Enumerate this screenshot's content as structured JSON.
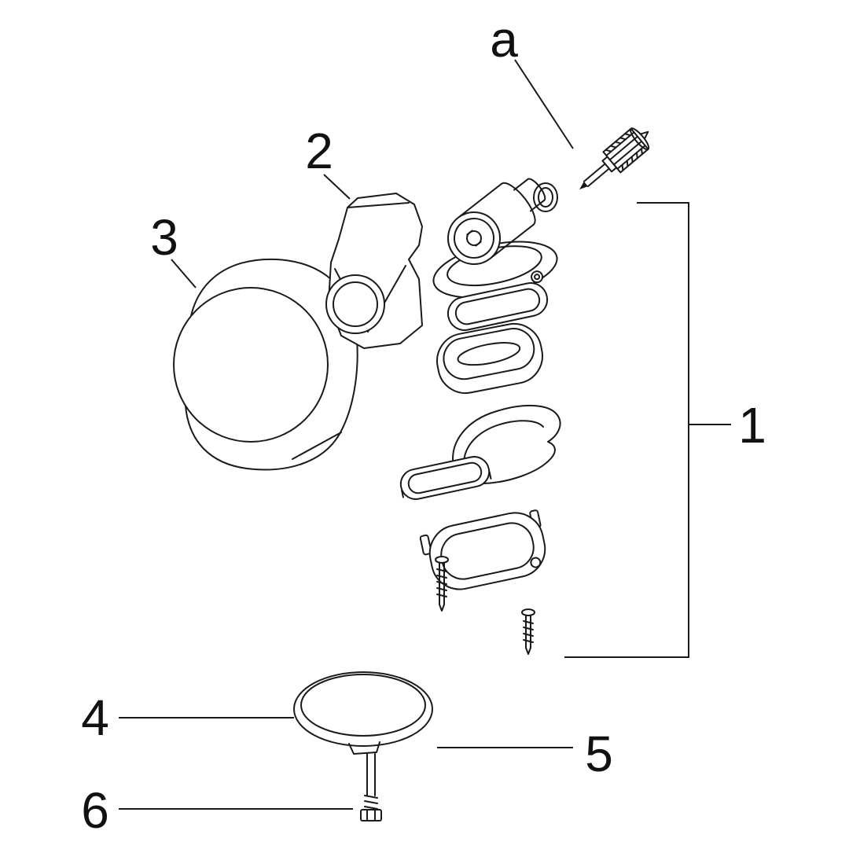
{
  "figure": {
    "type": "exploded-parts-diagram",
    "background": "#ffffff",
    "line_color": "#1a1a1a",
    "label_color": "#111111"
  },
  "labels": {
    "a": "a",
    "n1": "1",
    "n2": "2",
    "n3": "3",
    "n4": "4",
    "n5": "5",
    "n6": "6"
  },
  "parts": [
    {
      "label": "a",
      "name": "splined-adapter-pin"
    },
    {
      "label": "1",
      "name": "drain-mechanism-assembly"
    },
    {
      "label": "2",
      "name": "handle-housing"
    },
    {
      "label": "3",
      "name": "rotary-knob"
    },
    {
      "label": "4",
      "name": "cover-plate"
    },
    {
      "label": "5",
      "name": "plug-stopper"
    },
    {
      "label": "6",
      "name": "plug-screw"
    }
  ]
}
